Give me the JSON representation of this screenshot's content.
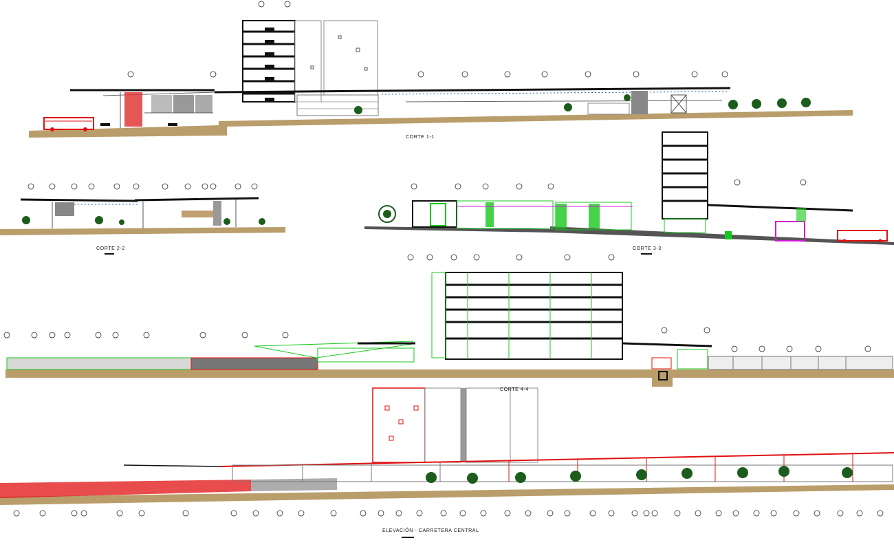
{
  "sections": {
    "corte_1": "CORTE 1-1",
    "corte_2": "CORTE 2-2",
    "corte_3": "CORTE 3-3",
    "corte_4": "CORTE 4-4",
    "elevacion": "ELEVACIÓN - CARRETERA CENTRAL"
  },
  "colors": {
    "ground": "#b99d6b",
    "roof": "#111111",
    "bus": "#e01010",
    "structure_green": "#16c81b",
    "glazing_magenta": "#d21bd6",
    "axis_blue": "#1f5fd0",
    "facade_red": "#e01010",
    "tree": "#1c5c1c"
  }
}
